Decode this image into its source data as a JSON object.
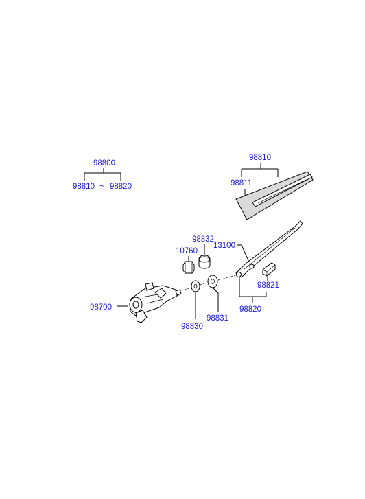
{
  "diagram": {
    "labels": {
      "assembly": "98800",
      "assembly_range_start": "98810",
      "assembly_range_sep": "~",
      "assembly_range_end": "98820",
      "blade_group": "98810",
      "blade": "98811",
      "cap": "98832",
      "nut": "10760",
      "arm_nut": "13100",
      "cover": "98821",
      "arm_group": "98820",
      "motor": "98700",
      "washer": "98830",
      "seal": "98831"
    },
    "colors": {
      "label": "#1a1adb",
      "line": "#000000"
    }
  }
}
